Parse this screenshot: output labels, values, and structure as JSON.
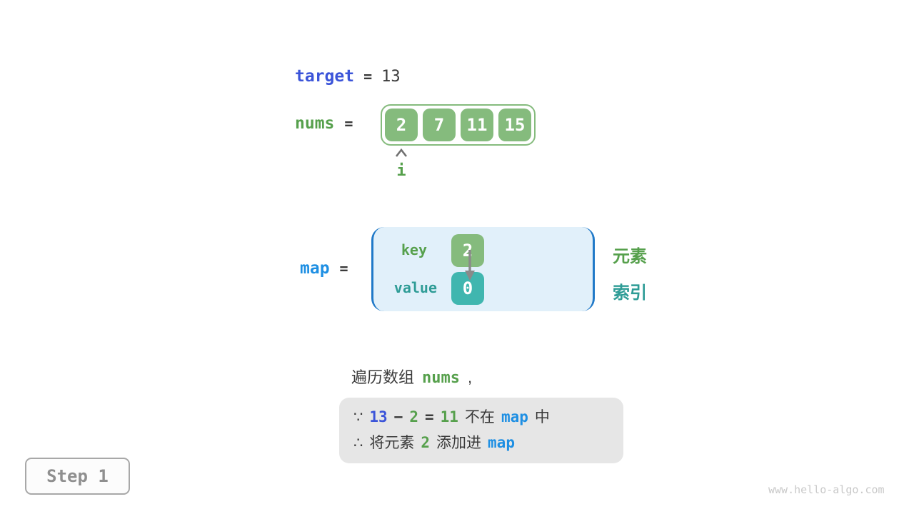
{
  "colors": {
    "royal_blue": "#3B54D9",
    "bright_blue": "#1E8FE3",
    "green_text": "#56A04C",
    "green_fill": "#85BB7D",
    "teal_text": "#2E9C96",
    "teal_fill": "#40B6AF",
    "dark_text": "#3A3A3A",
    "arrow_gray": "#8A8A8A",
    "note_bg": "#E6E6E6",
    "map_bg": "#E1F0FA",
    "map_bracket": "#2079C8"
  },
  "target_row": {
    "label": "target",
    "equals": "=",
    "value": "13"
  },
  "nums_row": {
    "label": "nums",
    "equals": "=",
    "values": [
      "2",
      "7",
      "11",
      "15"
    ],
    "pointer_label": "i"
  },
  "map_row": {
    "label": "map",
    "equals": "=",
    "key_label": "key",
    "value_label": "value",
    "key_cell": "2",
    "value_cell": "0",
    "element_label": "元素",
    "index_label": "索引"
  },
  "caption": {
    "prefix": "遍历数组",
    "code": "nums",
    "comma": ","
  },
  "note": {
    "line1": [
      "∵",
      "13",
      "−",
      "2",
      "=",
      "11",
      "不在",
      "map",
      "中"
    ],
    "line2": [
      "∴",
      "将元素",
      "2",
      "添加进",
      "map"
    ]
  },
  "footer": {
    "step_label": "Step 1",
    "watermark": "www.hello-algo.com"
  }
}
